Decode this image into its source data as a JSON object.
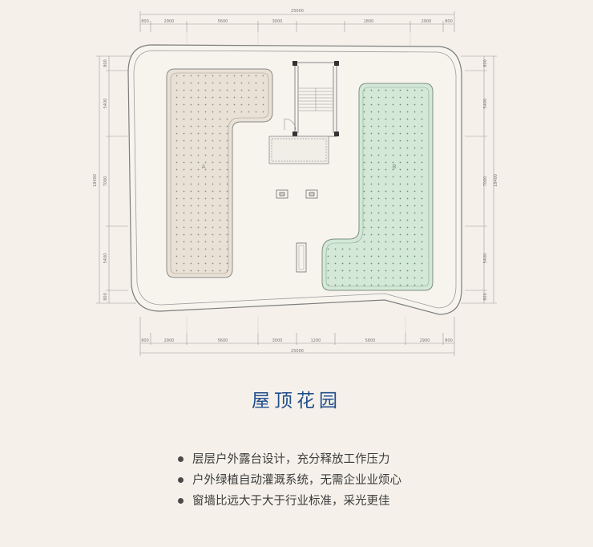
{
  "plan": {
    "dims_top_total": "25000",
    "dims_top": [
      "800",
      "2900",
      "5600",
      "3000",
      "1800",
      "2900",
      "800"
    ],
    "dims_bottom_total": "25000",
    "dims_bottom": [
      "800",
      "2900",
      "5600",
      "3000",
      "1200",
      "5800",
      "2900",
      "800"
    ],
    "dims_left_total": "18400",
    "dims_left": [
      "800",
      "5400",
      "7000",
      "5400",
      "800"
    ],
    "dims_right_total": "18400",
    "dims_right": [
      "800",
      "5400",
      "7000",
      "5400",
      "800"
    ],
    "zone_a_label": "A",
    "zone_b_label": "B",
    "colors": {
      "zone_a_fill": "#e9e1d6",
      "zone_b_fill": "#d3e8d6",
      "line": "#8a8a8a"
    }
  },
  "title": "屋顶花园",
  "bullets": [
    "层层户外露台设计，充分释放工作压力",
    "户外绿植自动灌溉系统，无需企业业烦心",
    "窗墙比远大于大于行业标准，采光更佳"
  ]
}
